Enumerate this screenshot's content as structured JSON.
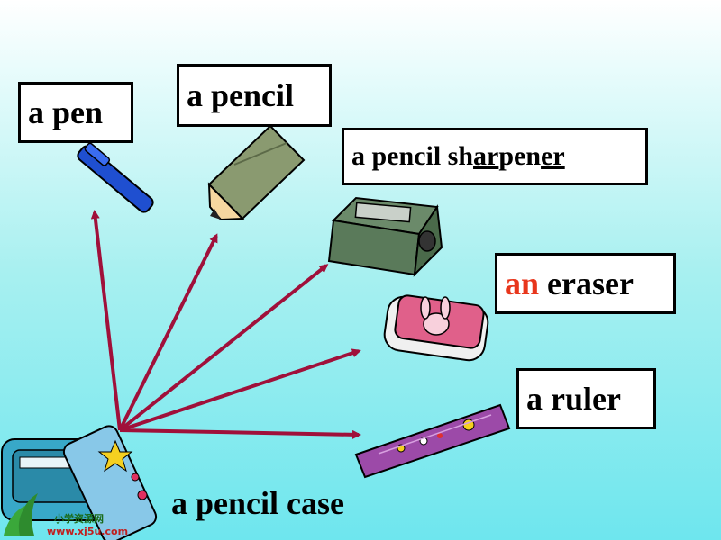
{
  "labels": {
    "pen": "a pen",
    "pencil": "a pencil",
    "sharpener_prefix": "a pencil sh",
    "sharpener_ar": "ar",
    "sharpener_mid": "pen",
    "sharpener_er": "er",
    "eraser_article": "an",
    "eraser_word": " eraser",
    "ruler": "a ruler",
    "pencil_case": "a pencil case"
  },
  "logo": {
    "name": "小学资源网",
    "url": "www.xj5u.com"
  },
  "colors": {
    "arrow": "#a0103a",
    "article_highlight": "#e8361c"
  }
}
